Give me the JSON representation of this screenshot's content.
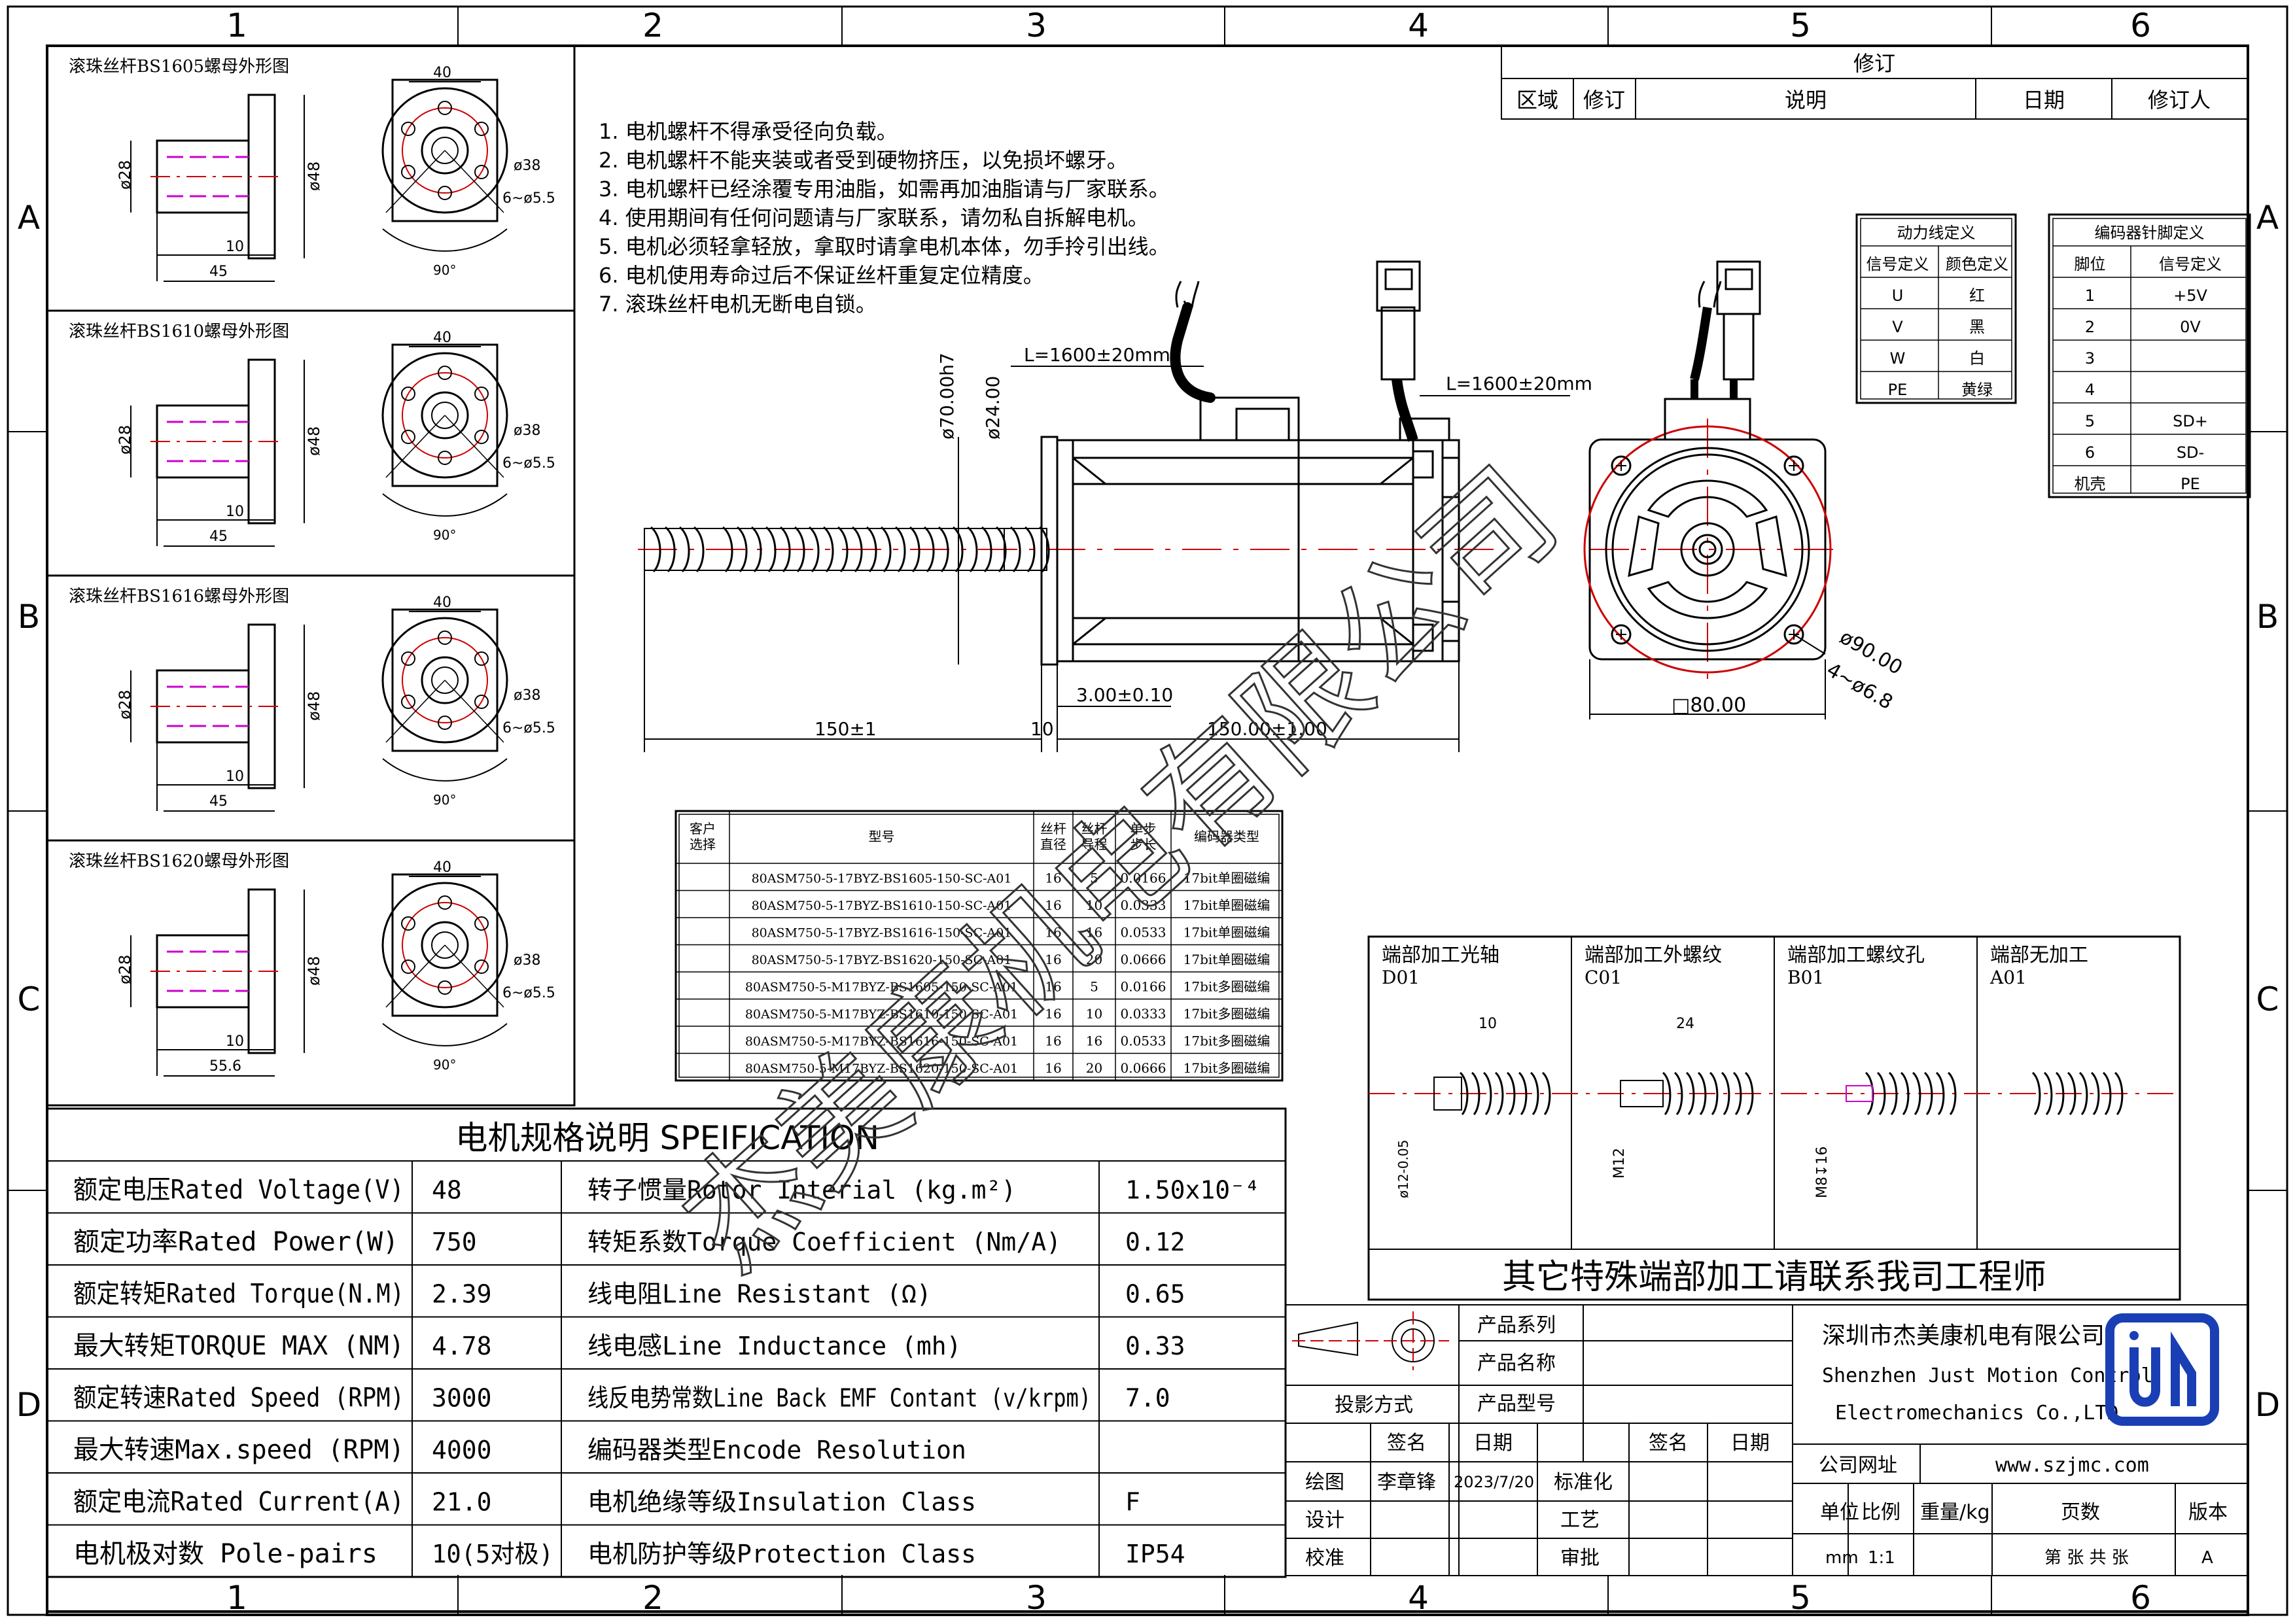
{
  "border": {
    "cols_top": [
      "1",
      "2",
      "3",
      "4",
      "5",
      "6"
    ],
    "cols_bottom": [
      "1",
      "2",
      "3",
      "4",
      "5",
      "6"
    ],
    "rows_left": [
      "A",
      "B",
      "C",
      "D"
    ],
    "rows_right": [
      "A",
      "B",
      "C",
      "D"
    ]
  },
  "nut_views": [
    {
      "title": "滚珠丝杆BS1605螺母外形图",
      "dims": {
        "top": "40",
        "d_left": "ø28",
        "d_right": "ø48",
        "flange": "ø38",
        "holes": "6~ø5.5",
        "l1": "10",
        "l2": "45",
        "angle": "90°"
      }
    },
    {
      "title": "滚珠丝杆BS1610螺母外形图",
      "dims": {
        "top": "40",
        "d_left": "ø28",
        "d_right": "ø48",
        "flange": "ø38",
        "holes": "6~ø5.5",
        "l1": "10",
        "l2": "45",
        "angle": "90°"
      }
    },
    {
      "title": "滚珠丝杆BS1616螺母外形图",
      "dims": {
        "top": "40",
        "d_left": "ø28",
        "d_right": "ø48",
        "flange": "ø38",
        "holes": "6~ø5.5",
        "l1": "10",
        "l2": "45",
        "angle": "90°"
      }
    },
    {
      "title": "滚珠丝杆BS1620螺母外形图",
      "dims": {
        "top": "40",
        "d_left": "ø28",
        "d_right": "ø48",
        "flange": "ø38",
        "holes": "6~ø5.5",
        "l1": "10",
        "l2": "55.6",
        "angle": "90°"
      }
    }
  ],
  "notes": [
    "1. 电机螺杆不得承受径向负载。",
    "2. 电机螺杆不能夹装或者受到硬物挤压，以免损坏螺牙。",
    "3. 电机螺杆已经涂覆专用油脂，如需再加油脂请与厂家联系。",
    "4. 使用期间有任何问题请与厂家联系，请勿私自拆解电机。",
    "5. 电机必须轻拿轻放，拿取时请拿电机本体，勿手拎引出线。",
    "6. 电机使用寿命过后不保证丝杆重复定位精度。",
    "7. 滚珠丝杆电机无断电自锁。"
  ],
  "revision": {
    "title": "修订",
    "headers": [
      "区域",
      "修订",
      "说明",
      "日期",
      "修订人"
    ]
  },
  "power_table": {
    "title": "动力线定义",
    "headers": [
      "信号定义",
      "颜色定义"
    ],
    "rows": [
      [
        "U",
        "红"
      ],
      [
        "V",
        "黑"
      ],
      [
        "W",
        "白"
      ],
      [
        "PE",
        "黄绿"
      ]
    ]
  },
  "encoder_table": {
    "title": "编码器针脚定义",
    "headers": [
      "脚位",
      "信号定义"
    ],
    "rows": [
      [
        "1",
        "+5V"
      ],
      [
        "2",
        "0V"
      ],
      [
        "3",
        ""
      ],
      [
        "4",
        ""
      ],
      [
        "5",
        "SD+"
      ],
      [
        "6",
        "SD-"
      ],
      [
        "机壳",
        "PE"
      ]
    ]
  },
  "side_dims": {
    "cable1": "L=1600±20mm",
    "cable2": "L=1600±20mm",
    "d70": "ø70.00h7",
    "d24": "ø24.00",
    "screw_len": "150±1",
    "gap": "10",
    "body_len": "150.00±1.00",
    "flange_thk": "3.00±0.10"
  },
  "front_dims": {
    "pcd": "ø90.00",
    "holes": "4~ø6.8",
    "square": "□80.00"
  },
  "model_table": {
    "headers": [
      "客户\n选择",
      "型号",
      "丝杆\n直径",
      "丝杆\n导程",
      "单步\n步长",
      "编码器类型"
    ],
    "rows": [
      [
        "",
        "80ASM750-5-17BYZ-BS1605-150-SC-A01",
        "16",
        "5",
        "0.0166",
        "17bit单圈磁编"
      ],
      [
        "",
        "80ASM750-5-17BYZ-BS1610-150-SC-A01",
        "16",
        "10",
        "0.0333",
        "17bit单圈磁编"
      ],
      [
        "",
        "80ASM750-5-17BYZ-BS1616-150-SC-A01",
        "16",
        "16",
        "0.0533",
        "17bit单圈磁编"
      ],
      [
        "",
        "80ASM750-5-17BYZ-BS1620-150-SC-A01",
        "16",
        "20",
        "0.0666",
        "17bit单圈磁编"
      ],
      [
        "",
        "80ASM750-5-M17BYZ-BS1605-150-SC-A01",
        "16",
        "5",
        "0.0166",
        "17bit多圈磁编"
      ],
      [
        "",
        "80ASM750-5-M17BYZ-BS1610-150-SC-A01",
        "16",
        "10",
        "0.0333",
        "17bit多圈磁编"
      ],
      [
        "",
        "80ASM750-5-M17BYZ-BS1616-150-SC-A01",
        "16",
        "16",
        "0.0533",
        "17bit多圈磁编"
      ],
      [
        "",
        "80ASM750-5-M17BYZ-BS1620-150-SC-A01",
        "16",
        "20",
        "0.0666",
        "17bit多圈磁编"
      ]
    ]
  },
  "end_types": {
    "panels": [
      {
        "title": "端部加工光轴",
        "code": "D01",
        "dims": [
          "10",
          "ø12-0.05"
        ]
      },
      {
        "title": "端部加工外螺纹",
        "code": "C01",
        "dims": [
          "24",
          "M12"
        ]
      },
      {
        "title": "端部加工螺纹孔",
        "code": "B01",
        "dims": [
          "M8↧16"
        ]
      },
      {
        "title": "端部无加工",
        "code": "A01",
        "dims": []
      }
    ],
    "footer": "其它特殊端部加工请联系我司工程师"
  },
  "spec": {
    "title": "电机规格说明 SPEIFICATION",
    "rows": [
      [
        "额定电压Rated Voltage(V)",
        "48",
        "转子惯量Rotor Interial (kg.m²)",
        "1.50x10⁻⁴"
      ],
      [
        "额定功率Rated Power(W)",
        "750",
        "转矩系数Torque Coefficient (Nm/A)",
        "0.12"
      ],
      [
        "额定转矩Rated Torque(N.M)",
        "2.39",
        "线电阻Line Resistant (Ω)",
        "0.65"
      ],
      [
        "最大转矩TORQUE MAX (NM)",
        "4.78",
        "线电感Line Inductance (mh)",
        "0.33"
      ],
      [
        "额定转速Rated Speed (RPM)",
        "3000",
        "线反电势常数Line Back EMF Contant (v/krpm)",
        "7.0"
      ],
      [
        "最大转速Max.speed (RPM)",
        "4000",
        "编码器类型Encode Resolution",
        ""
      ],
      [
        "额定电流Rated Current(A)",
        "21.0",
        "电机绝缘等级Insulation Class",
        "F"
      ],
      [
        "电机极对数 Pole-pairs",
        "10(5对极)",
        "电机防护等级Protection Class",
        "IP54"
      ]
    ]
  },
  "title_block": {
    "product_series": "产品系列",
    "product_name": "产品名称",
    "product_model": "产品型号",
    "projection": "投影方式",
    "sign": "签名",
    "date": "日期",
    "sign2": "签名",
    "date2": "日期",
    "draw": "绘图",
    "drawer": "李章锋",
    "draw_date": "2023/7/20",
    "standard": "标准化",
    "design": "设计",
    "process": "工艺",
    "check": "校准",
    "approve": "审批",
    "company_cn": "深圳市杰美康机电有限公司",
    "company_en1": "Shenzhen Just Motion Control",
    "company_en2": "Electromechanics Co.,LTD",
    "website_label": "公司网址",
    "website": "www.szjmc.com",
    "unit_label": "单位",
    "scale_label": "比例",
    "weight_label": "重量/kg",
    "pages_label": "页数",
    "version_label": "版本",
    "unit": "mm",
    "scale": "1:1",
    "pages": "第 张 共 张",
    "version": "A"
  },
  "watermark": "杰美康机电有限公司",
  "colors": {
    "line": "#000000",
    "center": "#cc0000",
    "thread": "#cc00cc",
    "logo": "#1a3fb5"
  }
}
